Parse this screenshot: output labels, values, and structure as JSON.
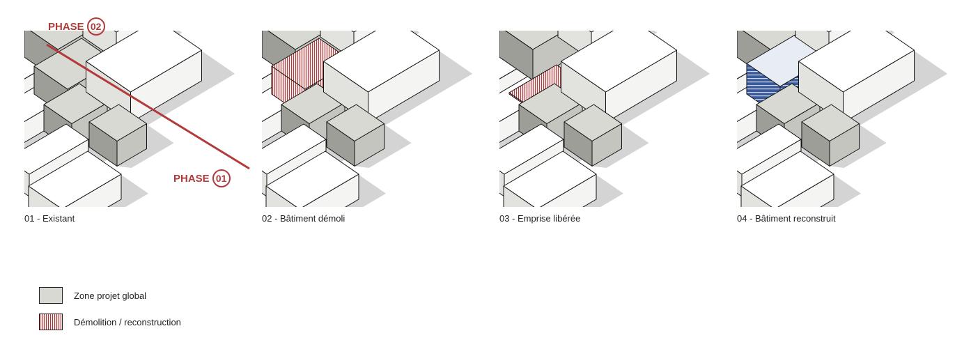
{
  "panels": [
    {
      "caption": "01 - Existant",
      "variant": "existing"
    },
    {
      "caption": "02 - Bâtiment démoli",
      "variant": "demolished"
    },
    {
      "caption": "03 - Emprise libérée",
      "variant": "cleared"
    },
    {
      "caption": "04 - Bâtiment reconstruit",
      "variant": "rebuilt"
    }
  ],
  "phases": {
    "phase2": {
      "label": "PHASE",
      "number": "02"
    },
    "phase1": {
      "label": "PHASE",
      "number": "01"
    }
  },
  "legend": [
    {
      "label": "Zone projet global"
    },
    {
      "label": "Démolition / reconstruction"
    }
  ],
  "colors": {
    "accent": "#b23a3a",
    "project": "#d8d9d2",
    "new_building": "#3b5a9a"
  }
}
